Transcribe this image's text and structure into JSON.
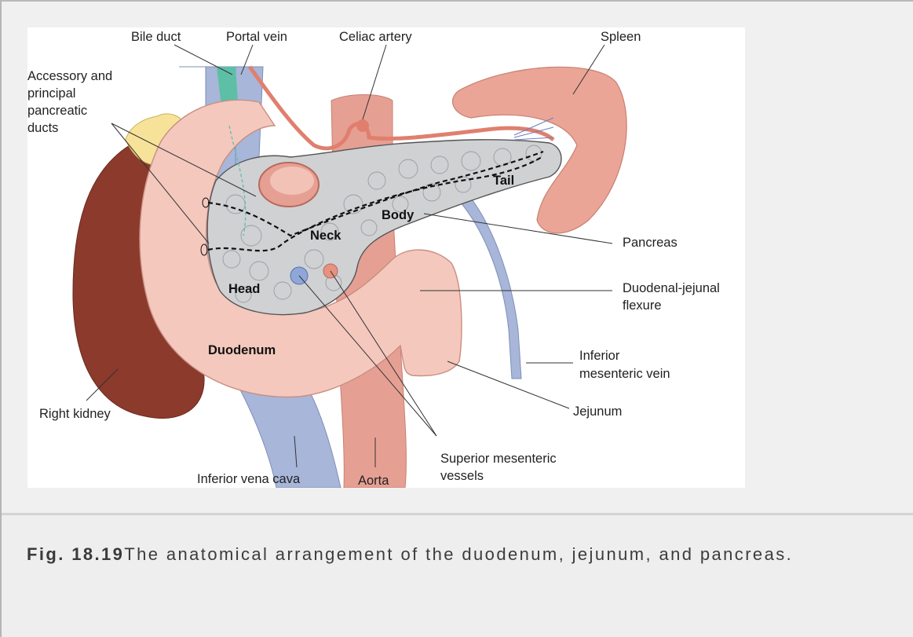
{
  "labels": {
    "bile_duct": "Bile duct",
    "portal_vein": "Portal vein",
    "celiac_artery": "Celiac artery",
    "spleen": "Spleen",
    "ducts_line1": "Accessory and",
    "ducts_line2": "principal",
    "ducts_line3": "pancreatic",
    "ducts_line4": "ducts",
    "tail": "Tail",
    "body": "Body",
    "neck": "Neck",
    "head": "Head",
    "pancreas": "Pancreas",
    "flexure_line1": "Duodenal-jejunal",
    "flexure_line2": "flexure",
    "duodenum": "Duodenum",
    "imv_line1": "Inferior",
    "imv_line2": "mesenteric vein",
    "right_kidney": "Right kidney",
    "jejunum": "Jejunum",
    "smv_line1": "Superior mesenteric",
    "smv_line2": "vessels",
    "ivc": "Inferior vena cava",
    "aorta": "Aorta"
  },
  "caption": {
    "number": "Fig. 18.19",
    "text": "The anatomical arrangement of the duodenum, jejunum, and pancreas."
  },
  "colors": {
    "kidney": "#8b3a2c",
    "duodenum": "#f4c8bd",
    "artery": "#e07f6e",
    "vein": "#a7b6d9",
    "pancreas": "#cfd1d3",
    "fat": "#f7e29a",
    "spleen": "#eaa596",
    "bile": "#5cbfa6"
  }
}
